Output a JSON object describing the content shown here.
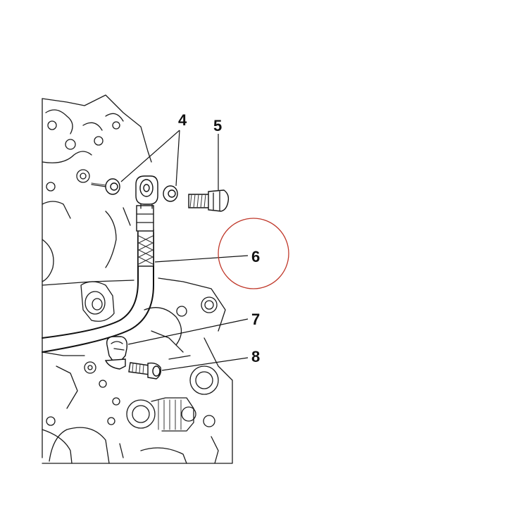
{
  "callouts": [
    {
      "id": "c4",
      "label": "4"
    },
    {
      "id": "c5",
      "label": "5"
    },
    {
      "id": "c6",
      "label": "6"
    },
    {
      "id": "c7",
      "label": "7"
    },
    {
      "id": "c8",
      "label": "8"
    }
  ],
  "highlight_color": "#c0392b"
}
